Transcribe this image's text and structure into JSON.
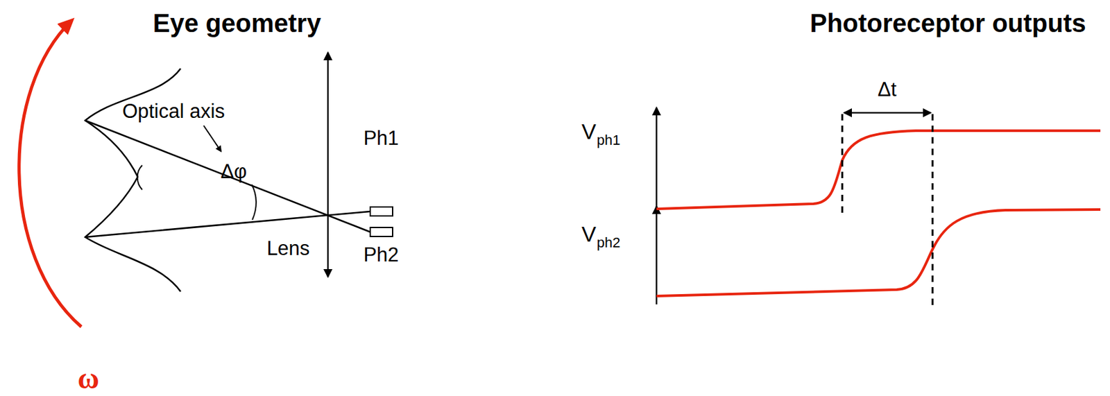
{
  "diagram": {
    "labels": [
      "Eye geometry",
      "Photoreceptor outputs",
      "Optical axis",
      "Δφ",
      "Ph1",
      "Ph2",
      "Lens",
      "ω",
      "Δt",
      "V",
      "ph1",
      "V",
      "ph2"
    ]
  }
}
